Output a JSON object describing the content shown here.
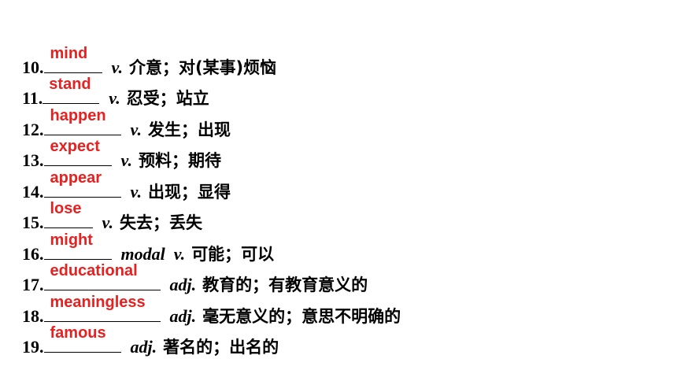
{
  "entries": [
    {
      "number": "10.",
      "answer": "mind",
      "pos": "v.",
      "meaning": "介意；对(某事)烦恼"
    },
    {
      "number": "11.",
      "answer": "stand",
      "pos": "v.",
      "meaning": "忍受；站立"
    },
    {
      "number": "12.",
      "answer": "happen",
      "pos": "v.",
      "meaning": "发生；出现"
    },
    {
      "number": "13.",
      "answer": "expect",
      "pos": "v.",
      "meaning": "预料；期待"
    },
    {
      "number": "14.",
      "answer": "appear",
      "pos": "v.",
      "meaning": "出现；显得"
    },
    {
      "number": "15.",
      "answer": "lose",
      "pos": "v.",
      "meaning": "失去；丢失"
    },
    {
      "number": "16.",
      "answer": "might",
      "pos": "modal  v.",
      "meaning": "可能；可以"
    },
    {
      "number": "17.",
      "answer": "educational",
      "pos": "adj.",
      "meaning": "教育的；有教育意义的"
    },
    {
      "number": "18.",
      "answer": "meaningless",
      "pos": "adj.",
      "meaning": "毫无意义的；意思不明确的"
    },
    {
      "number": "19.",
      "answer": "famous",
      "pos": "adj.",
      "meaning": "著名的；出名的"
    }
  ],
  "colors": {
    "answer": "#e8201f",
    "text": "#000000"
  }
}
